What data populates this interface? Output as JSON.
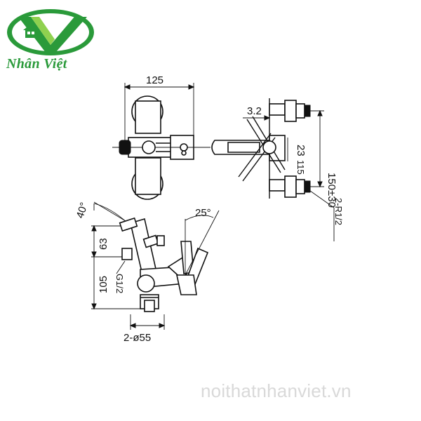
{
  "brand": {
    "name": "Nhân Việt",
    "logo_mark": "house-in-leaf-logo",
    "colors": {
      "green": "#2a9a3a",
      "light_green": "#8fd14f"
    }
  },
  "watermark": "noithatnhanviet.vn",
  "dimensions": {
    "top_width": "125",
    "offset": "3.2",
    "center_distance": "150±30",
    "small_a": "23",
    "small_b": "115",
    "thread_right": "2-R1/2",
    "angle_left": "40°",
    "angle_right": "25°",
    "height_upper": "63",
    "height_lower": "105",
    "thread_left": "G1/2",
    "base_diameter": "2-ø55"
  }
}
